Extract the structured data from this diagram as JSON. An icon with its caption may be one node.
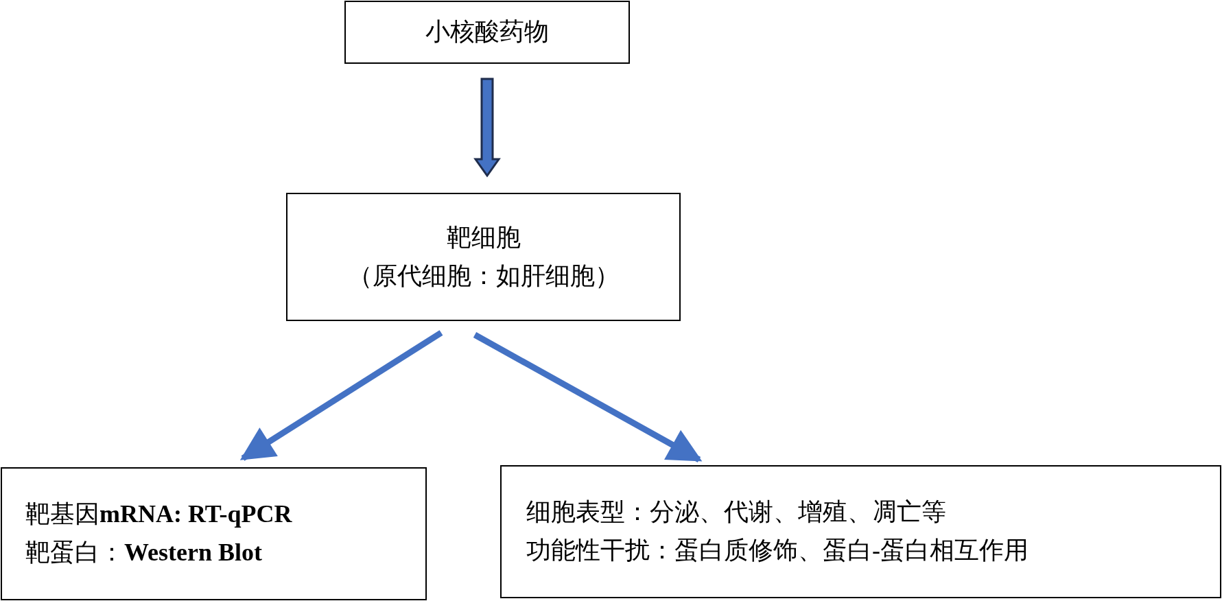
{
  "diagram": {
    "nodes": [
      {
        "text": [
          "小核酸药物"
        ]
      },
      {
        "text": [
          "靶细胞",
          "（原代细胞：如肝细胞）"
        ]
      },
      {
        "text": [
          "靶基因**mRNA: RT-qPCR**",
          "靶蛋白：**Western Blot**"
        ]
      },
      {
        "text": [
          "细胞表型：分泌、代谢、增殖、凋亡等",
          "功能性干扰：蛋白质修饰、蛋白-蛋白相互作用"
        ]
      }
    ],
    "edges": [
      {
        "from": 0,
        "to": 1,
        "arrow": "to",
        "style": "thick"
      },
      {
        "from": 1,
        "to": 2,
        "arrow": "to"
      },
      {
        "from": 1,
        "to": 3,
        "arrow": "to"
      }
    ]
  }
}
